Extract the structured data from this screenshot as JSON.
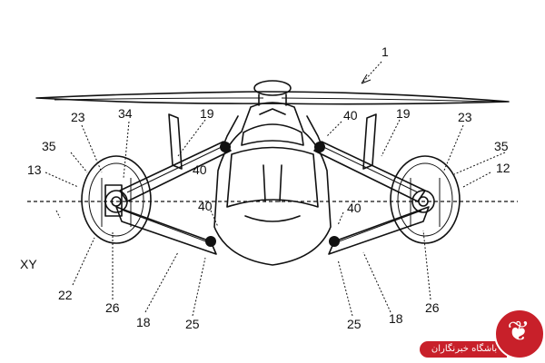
{
  "labels": {
    "l1": "1",
    "l12": "12",
    "l13": "13",
    "l18a": "18",
    "l18b": "18",
    "l19a": "19",
    "l19b": "19",
    "l22": "22",
    "l23a": "23",
    "l23b": "23",
    "l25a": "25",
    "l25b": "25",
    "l26a": "26",
    "l26b": "26",
    "l34": "34",
    "l35a": "35",
    "l35b": "35",
    "l40a": "40",
    "l40b": "40",
    "l40c": "40",
    "l40d": "40",
    "lxy": "XY"
  },
  "watermark": {
    "text": "باشگاه خبرنگاران",
    "icon": "leaf-logo-icon",
    "color": "#c8202a"
  }
}
